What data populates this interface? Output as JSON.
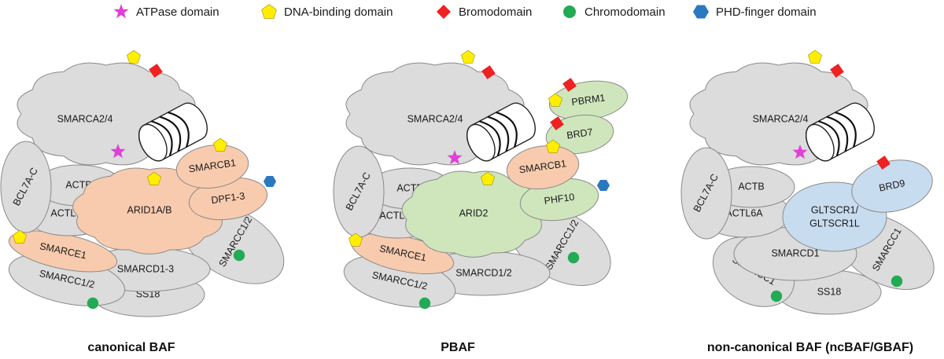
{
  "legend": [
    {
      "label": "ATPase domain",
      "icon": "star",
      "color": "#e040d8"
    },
    {
      "label": "DNA-binding domain",
      "icon": "pentagon",
      "color": "#ffee00"
    },
    {
      "label": "Bromodomain",
      "icon": "diamond",
      "color": "#ee2222"
    },
    {
      "label": "Chromodomain",
      "icon": "circle",
      "color": "#22aa55"
    },
    {
      "label": "PHD-finger domain",
      "icon": "hexagon",
      "color": "#2a78c0"
    }
  ],
  "colors": {
    "grey": "#dcdcdc",
    "orange": "#f8cbae",
    "green": "#cfe6bd",
    "blue": "#c8dcf0"
  },
  "complexes": [
    {
      "title": "canonical BAF",
      "subunits": {
        "smarca": "SMARCA2/4",
        "bcl7": "BCL7A-C",
        "actb": "ACTB",
        "actl6a": "ACTL6A",
        "arid": "ARID1A/B",
        "smarcb1": "SMARCB1",
        "dpf": "DPF1-3",
        "smarce1": "SMARCE1",
        "smarcd": "SMARCD1-3",
        "smarcc_a": "SMARCC1/2",
        "smarcc_b": "SMARCC1/2",
        "ss18": "SS18"
      }
    },
    {
      "title": "PBAF",
      "subunits": {
        "smarca": "SMARCA2/4",
        "bcl7": "BCL7A-C",
        "actb": "ACTB",
        "actl6a": "ACTL6A",
        "arid": "ARID2",
        "pbrm1": "PBRM1",
        "brd7": "BRD7",
        "smarcb1": "SMARCB1",
        "phf10": "PHF10",
        "smarce1": "SMARCE1",
        "smarcd": "SMARCD1/2",
        "smarcc_a": "SMARCC1/2",
        "smarcc_b": "SMARCC1/2"
      }
    },
    {
      "title": "non-canonical BAF (ncBAF/GBAF)",
      "subunits": {
        "smarca": "SMARCA2/4",
        "bcl7": "BCL7A-C",
        "actb": "ACTB",
        "actl6a": "ACTL6A",
        "gltscr": [
          "GLTSCR1/",
          "GLTSCR1L"
        ],
        "brd9": "BRD9",
        "smarcd": "SMARCD1",
        "smarcc_a": "SMARCC1",
        "smarcc_b": "SMARCC1",
        "ss18": "SS18"
      }
    }
  ]
}
